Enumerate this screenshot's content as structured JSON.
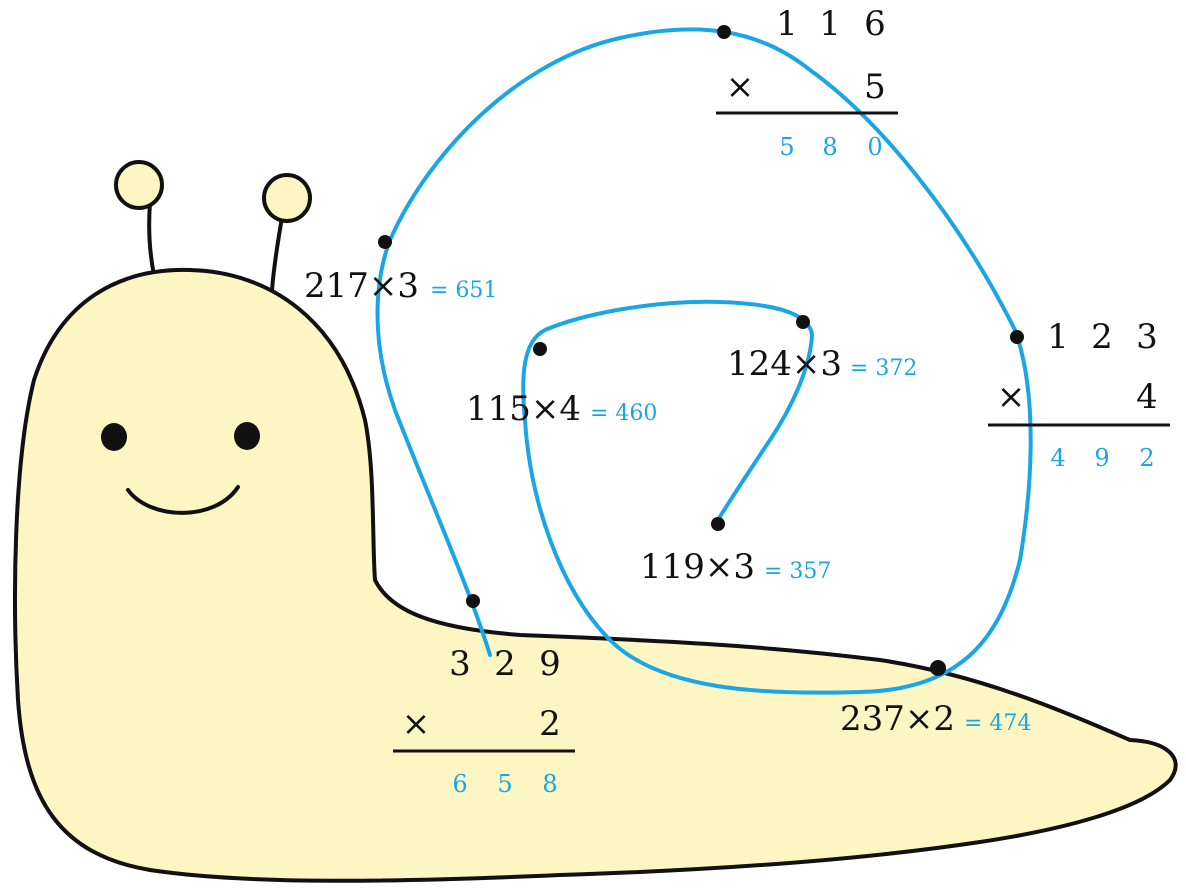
{
  "colors": {
    "slug_fill": "#fbf6c2",
    "outline": "#111111",
    "answer": "#1aa6e6",
    "path": "#1aa6e6",
    "dot": "#111111"
  },
  "problems": {
    "p116": {
      "top": [
        "1",
        "1",
        "6"
      ],
      "times": "×",
      "bottom": "5",
      "answer": [
        "5",
        "8",
        "0"
      ]
    },
    "p123": {
      "top": [
        "1",
        "2",
        "3"
      ],
      "times": "×",
      "bottom": "4",
      "answer": [
        "4",
        "9",
        "2"
      ]
    },
    "p329": {
      "top": [
        "3",
        "2",
        "9"
      ],
      "times": "×",
      "bottom": "2",
      "answer": [
        "6",
        "5",
        "8"
      ]
    },
    "p217": {
      "expr_a": "217",
      "times": "×",
      "expr_b": "3",
      "answer": "= 651"
    },
    "p124": {
      "expr_a": "124",
      "times": "×",
      "expr_b": "3",
      "answer": "= 372"
    },
    "p115": {
      "expr_a": "115",
      "times": "×",
      "expr_b": "4",
      "answer": "= 460"
    },
    "p119": {
      "expr_a": "119",
      "times": "×",
      "expr_b": "3",
      "answer": "= 357"
    },
    "p237": {
      "expr_a": "237",
      "times": "×",
      "expr_b": "2",
      "answer": "= 474"
    }
  }
}
